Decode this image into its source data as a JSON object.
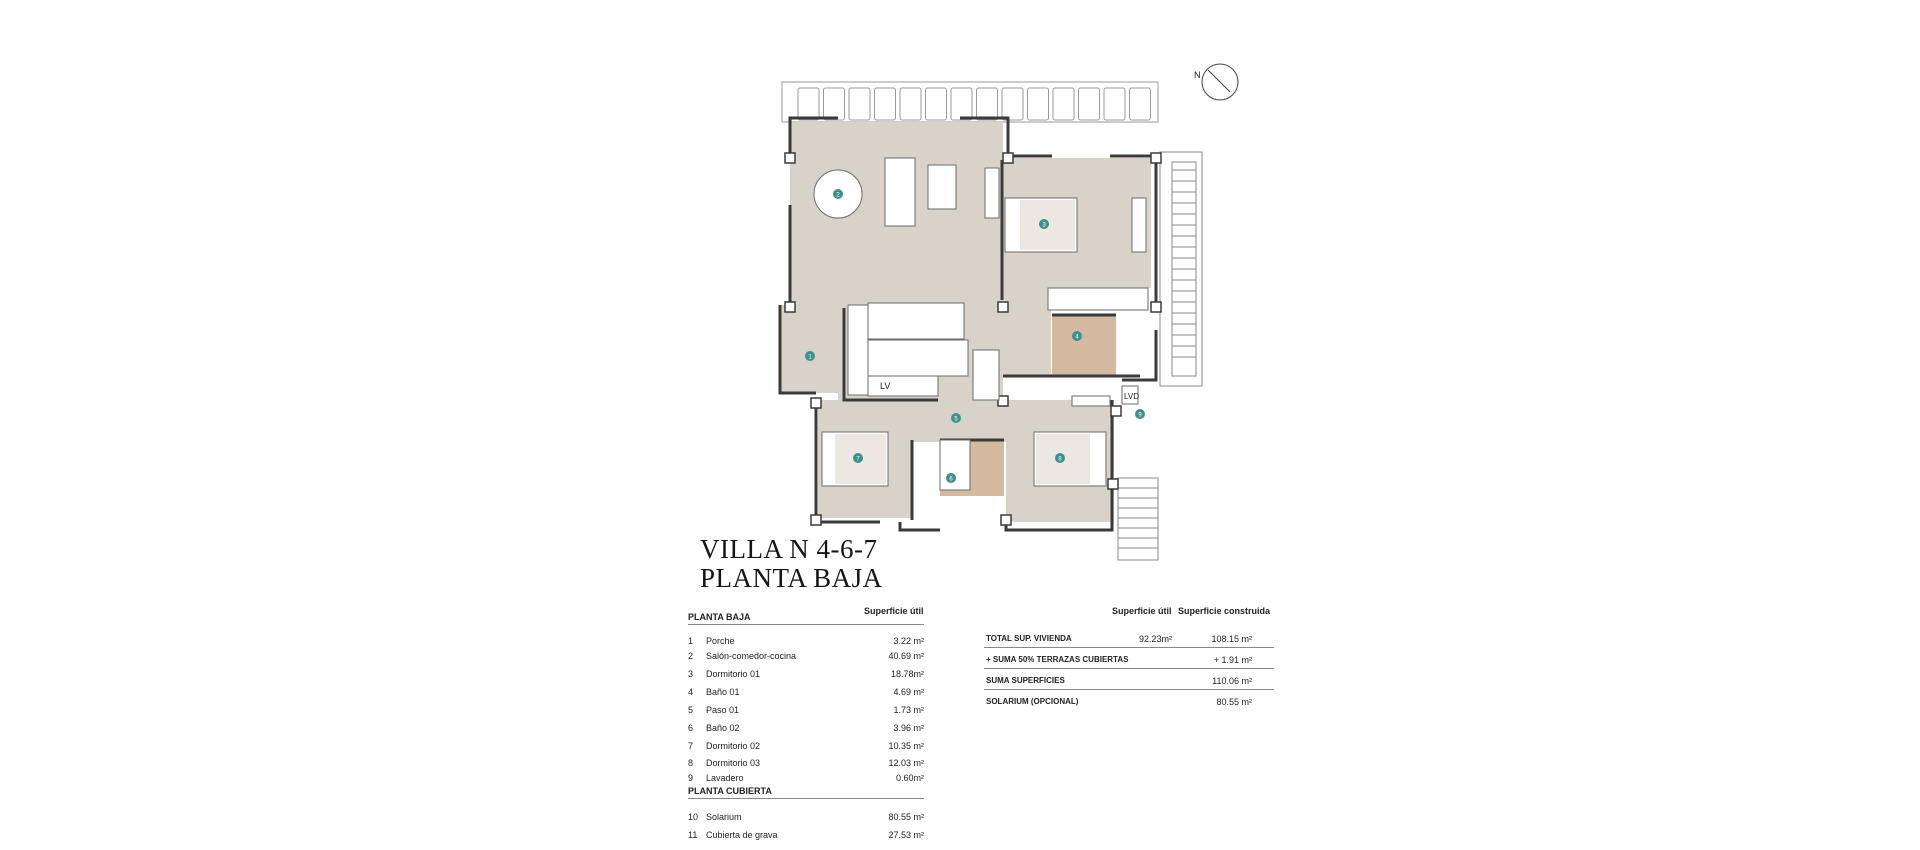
{
  "title": {
    "line1": "VILLA N 4-6-7",
    "line2": "PLANTA BAJA"
  },
  "plan": {
    "north_label": "N",
    "lv_label": "LV",
    "lvd_label": "LVD",
    "markers": [
      "1",
      "2",
      "3",
      "4",
      "5",
      "6",
      "7",
      "8",
      "9"
    ],
    "colors": {
      "floor": "#d9d2c9",
      "bath": "#d3b9a0",
      "wall": "#3a3a3a",
      "marker": "#3e8f8f"
    }
  },
  "left_table": {
    "section1": "PLANTA BAJA",
    "header": "Superficie útil",
    "rows": [
      {
        "num": "1",
        "name": "Porche",
        "value": "3.22 m²"
      },
      {
        "num": "2",
        "name": "Salón-comedor-cocina",
        "value": "40.69 m²"
      },
      {
        "num": "3",
        "name": "Dormitorio 01",
        "value": "18.78m²"
      },
      {
        "num": "4",
        "name": "Baño 01",
        "value": "4.69 m²"
      },
      {
        "num": "5",
        "name": "Paso 01",
        "value": "1.73 m²"
      },
      {
        "num": "6",
        "name": "Baño 02",
        "value": "3.96 m²"
      },
      {
        "num": "7",
        "name": "Dormitorio 02",
        "value": "10.35 m²"
      },
      {
        "num": "8",
        "name": "Dormitorio 03",
        "value": "12.03 m²"
      },
      {
        "num": "9",
        "name": "Lavadero",
        "value": "0.60m²"
      }
    ],
    "section2": "PLANTA CUBIERTA",
    "rows2": [
      {
        "num": "10",
        "name": "Solarium",
        "value": "80.55 m²"
      },
      {
        "num": "11",
        "name": "Cubierta de grava",
        "value": "27.53 m²"
      }
    ]
  },
  "right_table": {
    "header_util": "Superficie útil",
    "header_construida": "Superficie construida",
    "rows": [
      {
        "label": "TOTAL SUP. VIVIENDA",
        "util": "92.23m²",
        "construida": "108.15 m²"
      },
      {
        "label": "+ SUMA 50% TERRAZAS CUBIERTAS",
        "util": "",
        "construida": "+ 1.91 m²"
      },
      {
        "label": "SUMA SUPERFICIES",
        "util": "",
        "construida": "110.06 m²"
      },
      {
        "label": "SOLARIUM (OPCIONAL)",
        "util": "",
        "construida": "80.55 m²"
      }
    ]
  }
}
